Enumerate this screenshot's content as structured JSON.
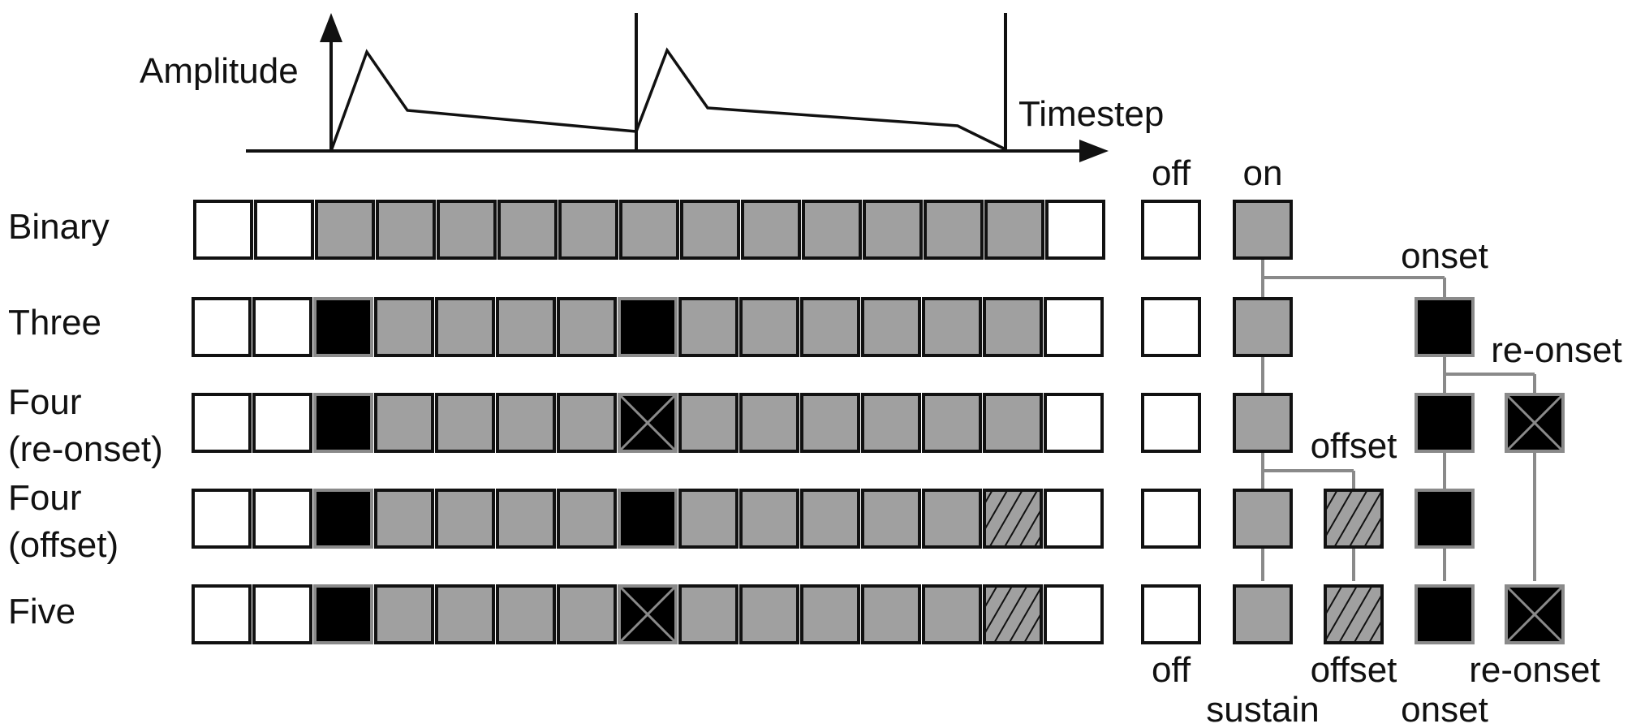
{
  "axis": {
    "y_label": "Amplitude",
    "x_label": "Timestep"
  },
  "rows": [
    {
      "label": "Binary",
      "cells": [
        "off",
        "off",
        "on",
        "on",
        "on",
        "on",
        "on",
        "on",
        "on",
        "on",
        "on",
        "on",
        "on",
        "on",
        "off"
      ]
    },
    {
      "label": "Three",
      "cells": [
        "off",
        "off",
        "onset",
        "on",
        "on",
        "on",
        "on",
        "onset",
        "on",
        "on",
        "on",
        "on",
        "on",
        "on",
        "off"
      ]
    },
    {
      "label": "Four\n(re-onset)",
      "cells": [
        "off",
        "off",
        "onset",
        "on",
        "on",
        "on",
        "on",
        "reonset",
        "on",
        "on",
        "on",
        "on",
        "on",
        "on",
        "off"
      ]
    },
    {
      "label": "Four\n(offset)",
      "cells": [
        "off",
        "off",
        "onset",
        "on",
        "on",
        "on",
        "on",
        "onset",
        "on",
        "on",
        "on",
        "on",
        "on",
        "offset",
        "off"
      ]
    },
    {
      "label": "Five",
      "cells": [
        "off",
        "off",
        "onset",
        "on",
        "on",
        "on",
        "on",
        "reonset",
        "on",
        "on",
        "on",
        "on",
        "on",
        "offset",
        "off"
      ]
    }
  ],
  "legend": {
    "top": {
      "off": "off",
      "on": "on"
    },
    "branch": {
      "onset": "onset",
      "reonset": "re-onset",
      "offset": "offset"
    },
    "bottom": {
      "off": "off",
      "sustain": "sustain",
      "offset": "offset",
      "onset": "onset",
      "reonset": "re-onset"
    }
  },
  "colors": {
    "off": "#ffffff",
    "on": "#a0a0a0",
    "onset": "#000000",
    "reonset": "#000000",
    "offset": "#a0a0a0",
    "border_dark": "#111111",
    "border_gray": "#8a8a8a",
    "tree_line": "#8a8a8a"
  }
}
